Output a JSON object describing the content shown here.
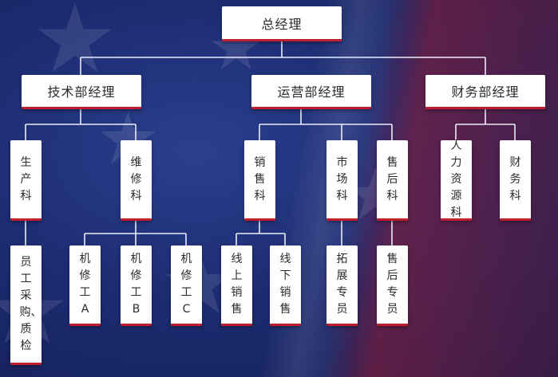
{
  "chart_data": {
    "type": "org-chart",
    "root": {
      "label": "总经理",
      "children": [
        {
          "label": "技术部经理",
          "children": [
            {
              "label": "生产科",
              "children": [
                {
                  "label": "员工采购、质检"
                }
              ]
            },
            {
              "label": "维修科",
              "children": [
                {
                  "label": "机修工A"
                },
                {
                  "label": "机修工B"
                },
                {
                  "label": "机修工C"
                }
              ]
            }
          ]
        },
        {
          "label": "运营部经理",
          "children": [
            {
              "label": "销售科",
              "children": [
                {
                  "label": "线上销售"
                },
                {
                  "label": "线下销售"
                }
              ]
            },
            {
              "label": "市场科",
              "children": [
                {
                  "label": "拓展专员"
                }
              ]
            },
            {
              "label": "售后科",
              "children": [
                {
                  "label": "售后专员"
                }
              ]
            }
          ]
        },
        {
          "label": "财务部经理",
          "children": [
            {
              "label": "人力资源科"
            },
            {
              "label": "财务科"
            }
          ]
        }
      ]
    }
  },
  "nodes": {
    "ceo": "总经理",
    "tech_manager": "技术部经理",
    "ops_manager": "运营部经理",
    "fin_manager": "财务部经理",
    "production": "生产科",
    "maintenance": "维修科",
    "sales": "销售科",
    "market": "市场科",
    "after_sales": "售后科",
    "hr": "人力资源科",
    "finance": "财务科",
    "purchasing_qc": "员工采购、质检",
    "mechanic_a": "机修工A",
    "mechanic_b": "机修工B",
    "mechanic_c": "机修工C",
    "online_sales": "线上销售",
    "offline_sales": "线下销售",
    "expansion": "拓展专员",
    "after_sales_staff": "售后专员"
  },
  "colors": {
    "box_fill": "#ffffff",
    "box_accent": "#c0202e",
    "connector": "#e9ecf6",
    "background": "#1b2a6b"
  }
}
